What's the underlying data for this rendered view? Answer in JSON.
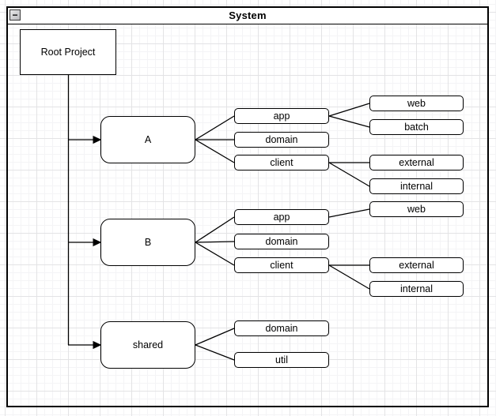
{
  "window": {
    "title": "System",
    "collapse_glyph": "−"
  },
  "nodes": {
    "root": {
      "label": "Root Project",
      "shape": "rectangle"
    },
    "a": {
      "label": "A",
      "shape": "rounded"
    },
    "b": {
      "label": "B",
      "shape": "rounded"
    },
    "shared": {
      "label": "shared",
      "shape": "rounded"
    },
    "a_app": {
      "label": "app"
    },
    "a_domain": {
      "label": "domain"
    },
    "a_client": {
      "label": "client"
    },
    "a_web": {
      "label": "web"
    },
    "a_batch": {
      "label": "batch"
    },
    "a_external": {
      "label": "external"
    },
    "a_internal": {
      "label": "internal"
    },
    "b_app": {
      "label": "app"
    },
    "b_domain": {
      "label": "domain"
    },
    "b_client": {
      "label": "client"
    },
    "b_web": {
      "label": "web"
    },
    "b_external": {
      "label": "external"
    },
    "b_internal": {
      "label": "internal"
    },
    "shared_domain": {
      "label": "domain"
    },
    "shared_util": {
      "label": "util"
    }
  },
  "edges": [
    {
      "from": "Root Project",
      "to": "A",
      "arrow": true
    },
    {
      "from": "Root Project",
      "to": "B",
      "arrow": true
    },
    {
      "from": "Root Project",
      "to": "shared",
      "arrow": true
    },
    {
      "from": "A",
      "to": "app",
      "arrow": false
    },
    {
      "from": "A",
      "to": "domain",
      "arrow": false
    },
    {
      "from": "A",
      "to": "client",
      "arrow": false
    },
    {
      "from": "A/app",
      "to": "web",
      "arrow": false
    },
    {
      "from": "A/app",
      "to": "batch",
      "arrow": false
    },
    {
      "from": "A/client",
      "to": "external",
      "arrow": false
    },
    {
      "from": "A/client",
      "to": "internal",
      "arrow": false
    },
    {
      "from": "B",
      "to": "app",
      "arrow": false
    },
    {
      "from": "B",
      "to": "domain",
      "arrow": false
    },
    {
      "from": "B",
      "to": "client",
      "arrow": false
    },
    {
      "from": "B/app",
      "to": "web",
      "arrow": false
    },
    {
      "from": "B/client",
      "to": "external",
      "arrow": false
    },
    {
      "from": "B/client",
      "to": "internal",
      "arrow": false
    },
    {
      "from": "shared",
      "to": "domain",
      "arrow": false
    },
    {
      "from": "shared",
      "to": "util",
      "arrow": false
    }
  ],
  "colors": {
    "shape_fill": "#ffffff",
    "shape_stroke": "#000000",
    "edge_stroke": "#000000",
    "grid_minor": "#f4f4f6",
    "grid_major": "#e3e3e5",
    "titlebar_fill": "#ffffff"
  }
}
